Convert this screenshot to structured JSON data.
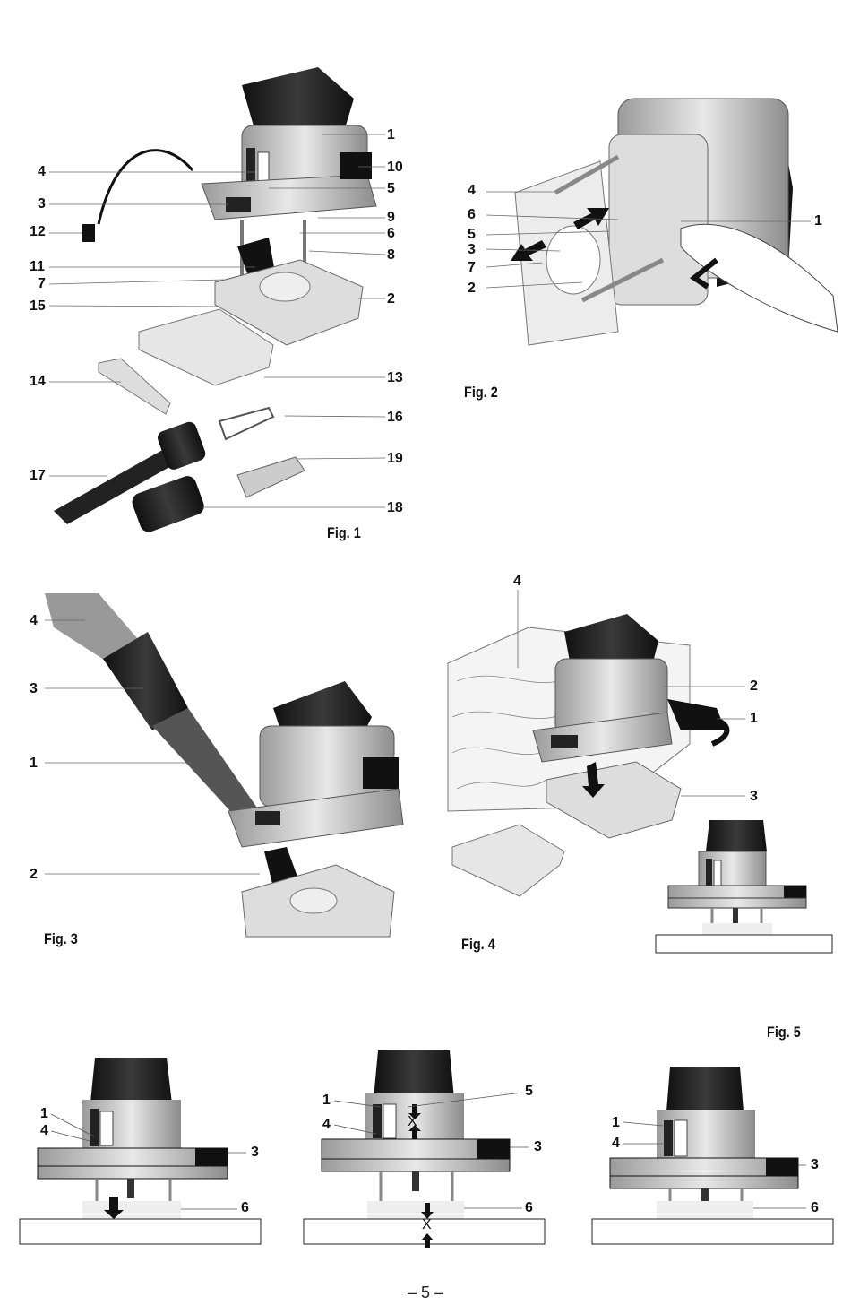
{
  "page_number": "– 5 –",
  "figures": [
    {
      "caption": "Fig. 1",
      "callouts": [
        "1",
        "4",
        "10",
        "3",
        "5",
        "9",
        "12",
        "6",
        "8",
        "11",
        "7",
        "2",
        "15",
        "13",
        "14",
        "16",
        "19",
        "17",
        "18"
      ]
    },
    {
      "caption": "Fig. 2",
      "callouts": [
        "4",
        "6",
        "5",
        "3",
        "7",
        "2",
        "1"
      ]
    },
    {
      "caption": "Fig. 3",
      "callouts": [
        "4",
        "3",
        "1",
        "2"
      ]
    },
    {
      "caption": "Fig. 4",
      "callouts": [
        "4",
        "2",
        "1",
        "3"
      ]
    },
    {
      "caption": "Fig. 5",
      "panels": [
        {
          "callouts": [
            "1",
            "4",
            "3",
            "6"
          ]
        },
        {
          "callouts": [
            "1",
            "5",
            "4",
            "3",
            "6"
          ],
          "dimension_label": "X"
        },
        {
          "callouts": [
            "1",
            "4",
            "3",
            "6"
          ]
        }
      ]
    }
  ]
}
